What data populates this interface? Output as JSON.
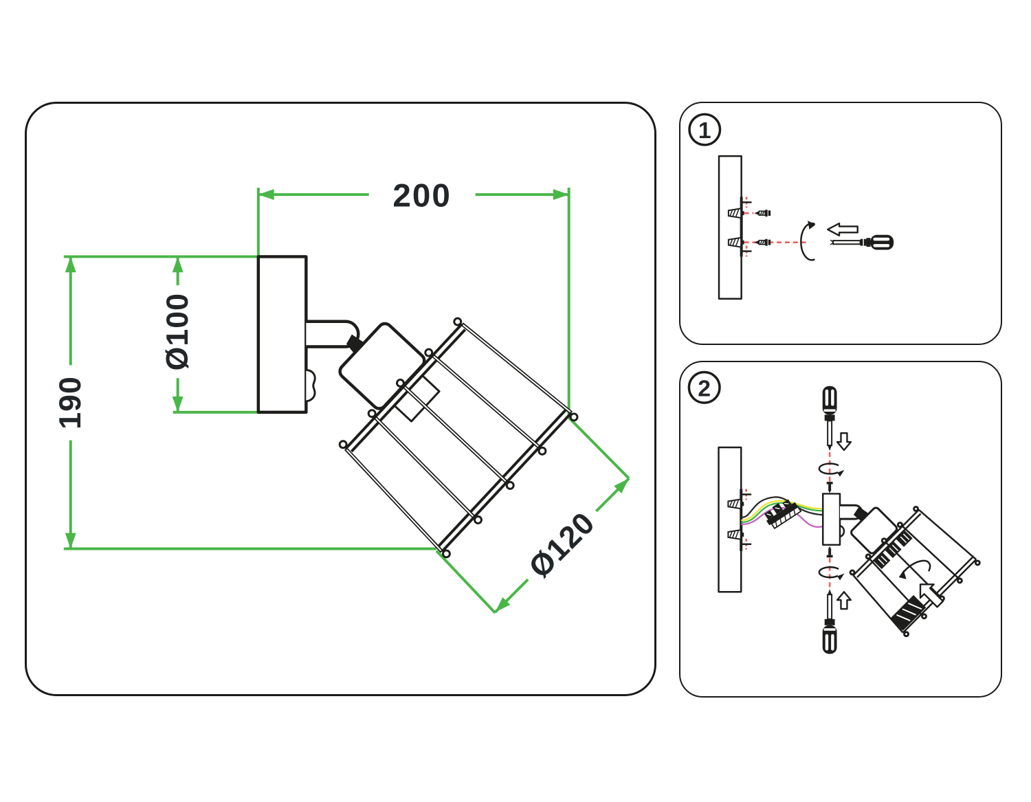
{
  "document": {
    "kind": "luminaire installation sheet",
    "background": "#ffffff"
  },
  "colors": {
    "line": "#1d1d1b",
    "text": "#232629",
    "dimension": "#4ab648",
    "guide": "#f15e5e",
    "wire_black": "#2a2a2a",
    "wire_yellow": "#e9e536",
    "wire_green": "#3cb54a",
    "wire_magenta": "#c75fc4"
  },
  "dimension_panel": {
    "fixture_depth": "200",
    "backplate_diameter": "Ø100",
    "fixture_height": "190",
    "shade_diameter": "Ø120"
  },
  "steps": [
    {
      "number": "1"
    },
    {
      "number": "2"
    }
  ]
}
